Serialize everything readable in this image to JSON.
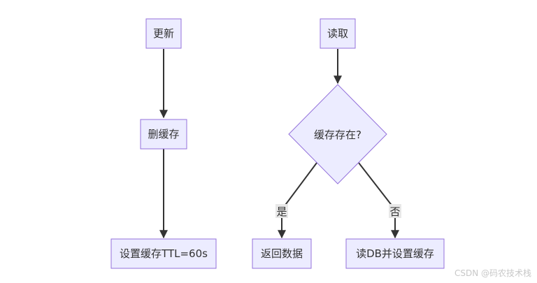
{
  "diagram": {
    "type": "flowchart",
    "nodes": [
      {
        "id": "update",
        "label": "更新",
        "shape": "rect"
      },
      {
        "id": "delete_cache",
        "label": "删缓存",
        "shape": "rect"
      },
      {
        "id": "set_cache_ttl",
        "label": "设置缓存TTL=60s",
        "shape": "rect"
      },
      {
        "id": "read",
        "label": "读取",
        "shape": "rect"
      },
      {
        "id": "cache_exists",
        "label": "缓存存在?",
        "shape": "diamond"
      },
      {
        "id": "return_data",
        "label": "返回数据",
        "shape": "rect"
      },
      {
        "id": "read_db_set_cache",
        "label": "读DB并设置缓存",
        "shape": "rect"
      }
    ],
    "edges": [
      {
        "from": "update",
        "to": "delete_cache",
        "label": ""
      },
      {
        "from": "delete_cache",
        "to": "set_cache_ttl",
        "label": ""
      },
      {
        "from": "read",
        "to": "cache_exists",
        "label": ""
      },
      {
        "from": "cache_exists",
        "to": "return_data",
        "label": "是"
      },
      {
        "from": "cache_exists",
        "to": "read_db_set_cache",
        "label": "否"
      }
    ],
    "colors": {
      "node_fill": "#ececff",
      "node_stroke": "#9370db",
      "edge": "#333333",
      "label_bg": "#e8e8e8"
    }
  },
  "watermark": "CSDN @码农技术栈"
}
